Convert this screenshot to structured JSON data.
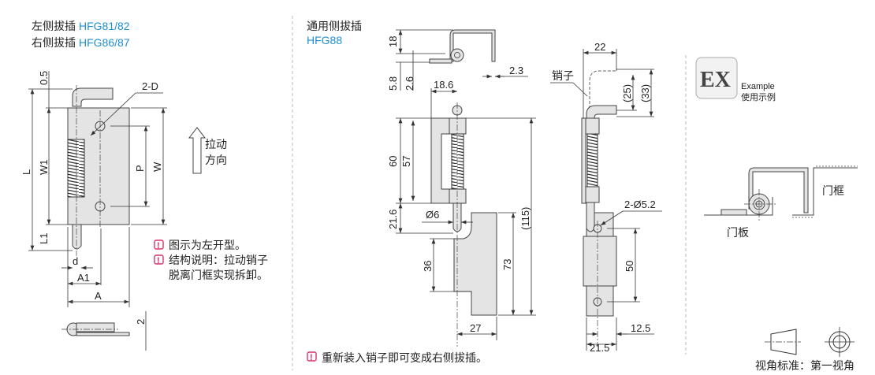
{
  "left_section": {
    "title_left_label": "左侧拔插",
    "title_left_model": "HFG81/82",
    "title_right_label": "右侧拔插",
    "title_right_model": "HFG86/87",
    "dims": {
      "L": "L",
      "W1": "W1",
      "L1": "L1",
      "P": "P",
      "W": "W",
      "top": "0.5",
      "hole": "2-D",
      "d": "d",
      "A1": "A1",
      "A": "A",
      "thick": "2"
    },
    "pull_line1": "拉动",
    "pull_line2": "方向",
    "notes": [
      "图示为左开型。",
      "结构说明：拉动销子",
      "脱离门框实现拆卸。"
    ]
  },
  "middle_section": {
    "title_label": "通用侧拔插",
    "title_model": "HFG88",
    "dims": {
      "d18": "18",
      "d5_8": "5.8",
      "d2_6": "2.6",
      "d2_3": "2.3",
      "d18_6": "18.6",
      "d60": "60",
      "d57": "57",
      "d21_6": "21.6",
      "dia6": "Ø6",
      "d115": "(115)",
      "d36": "36",
      "d73": "73",
      "d27": "27",
      "d22": "22",
      "pin": "销子",
      "d25": "(25)",
      "d33": "(33)",
      "holes": "2-Ø5.2",
      "d50": "50",
      "d12_5": "12.5",
      "d21_5": "21.5"
    },
    "note": "重新装入销子即可变成右侧拔插。"
  },
  "example_section": {
    "badge": "EX",
    "label_en": "Example",
    "label_cn": "使用示例",
    "door_frame": "门框",
    "door_panel": "门板",
    "projection": "视角标准：第一视角"
  },
  "colors": {
    "accent": "#1f8fd0",
    "note": "#d6336c"
  }
}
